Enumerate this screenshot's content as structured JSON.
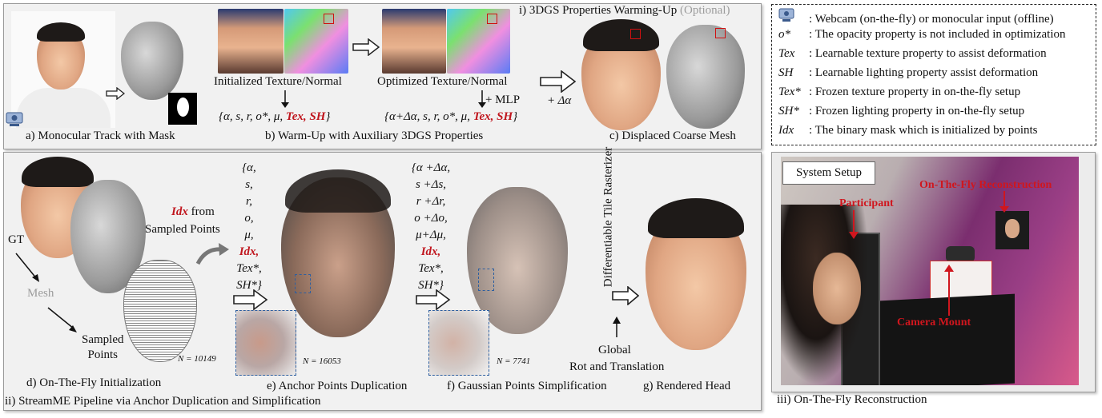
{
  "panel_i": {
    "title": "i) 3DGS Properties Warming-Up",
    "optional": "(Optional)",
    "label_a": "a) Monocular Track with Mask",
    "label_b": "b) Warm-Up with Auxiliary 3DGS Properties",
    "label_c": "c) Displaced Coarse Mesh",
    "init_texture": "Initialized Texture/Normal",
    "opt_texture": "Optimized Texture/Normal",
    "mlp": "+ MLP",
    "delta_alpha": "+ Δα",
    "set1_plain": "{α, s, r, o*, μ,",
    "set1_red": "Tex, SH",
    "set1_close": "}",
    "set2_plain": "{α+Δα, s, r, o*, μ,",
    "set2_red": "Tex, SH",
    "set2_close": "}"
  },
  "legend": {
    "rows": [
      {
        "key": "",
        "text": ": Webcam (on-the-fly) or monocular input (offline)"
      },
      {
        "key": "o*",
        "text": ": The opacity property  is not included in optimization"
      },
      {
        "key": "Tex",
        "text": ": Learnable texture property to assist deformation"
      },
      {
        "key": "SH",
        "text": ": Learnable lighting property assist deformation"
      },
      {
        "key": "Tex*",
        "text": ": Frozen texture property in on-the-fly setup"
      },
      {
        "key": "SH*",
        "text": ": Frozen lighting property in on-the-fly setup"
      },
      {
        "key": "Idx",
        "text": ": The binary mask which is initialized by points"
      }
    ]
  },
  "panel_ii": {
    "label_d": "d) On-The-Fly Initialization",
    "label_e": "e) Anchor Points Duplication",
    "label_f": "f) Gaussian Points Simplification",
    "label_g": "g) Rendered Head",
    "title": "ii) StreamME Pipeline via Anchor Duplication and Simplification",
    "gt": "GT",
    "mesh": "Mesh",
    "sampled_points": "Sampled\nPoints",
    "idx_red": "Idx",
    "idx_from": "from",
    "sampled_points2": "Sampled Points",
    "n1": "N = 10149",
    "n2": "N = 16053",
    "n3": "N = 7741",
    "rasterizer": "Differentiable Tile Rasterizer",
    "global": "Global",
    "rot": "Rot and Translation",
    "stack1": [
      "{α,",
      "s,",
      "r,",
      "o,",
      "μ,",
      "Idx,",
      "Tex*,",
      "SH*}"
    ],
    "stack2": [
      "{α +Δα,",
      "s +Δs,",
      "r +Δr,",
      "o +Δo,",
      "μ+Δμ,",
      "Idx,",
      "Tex*,",
      "SH*}"
    ]
  },
  "panel_iii": {
    "setup_title": "System Setup",
    "participant": "Participant",
    "onthefly": "On-The-Fly Reconstruction",
    "camera": "Camera Mount",
    "caption": "iii) On-The-Fly Reconstruction"
  },
  "colors": {
    "accent_red": "#c0161e",
    "zoom_blue": "#2d5fa0"
  }
}
